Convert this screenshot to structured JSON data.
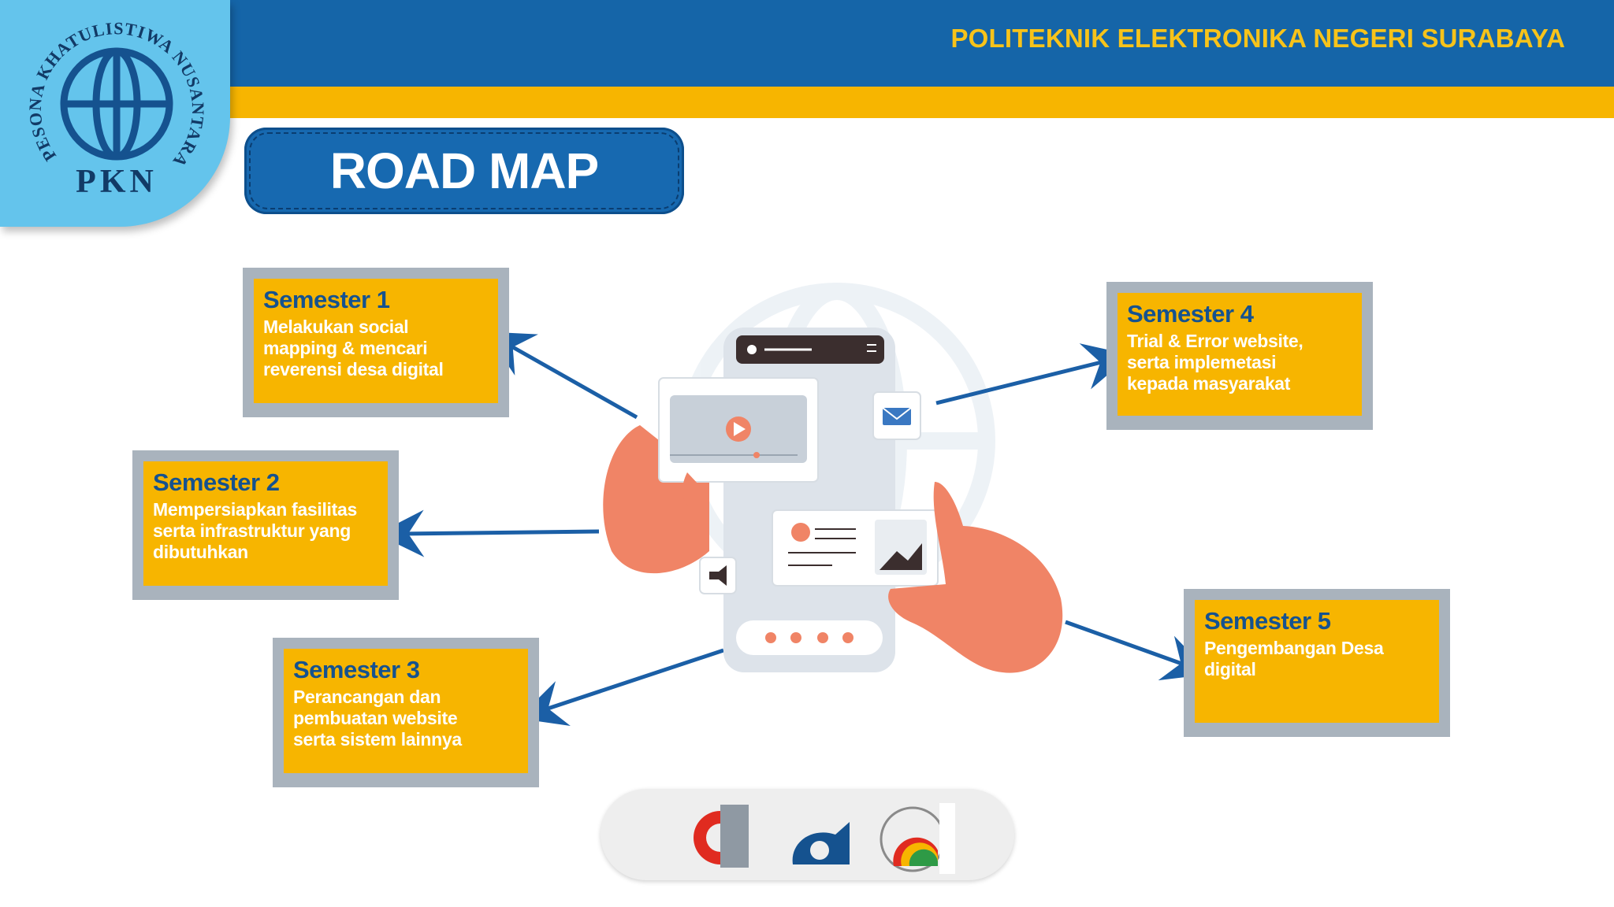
{
  "header": {
    "institution": "POLITEKNIK ELEKTRONIKA NEGERI SURABAYA"
  },
  "logo": {
    "arc_text": "PESONA KHATULISTIWA NUSANTARA",
    "initials": "PKN"
  },
  "title": "ROAD MAP",
  "semesters": [
    {
      "title": "Semester 1",
      "desc": [
        "Melakukan social",
        "mapping & mencari",
        "reverensi desa digital"
      ]
    },
    {
      "title": "Semester 2",
      "desc": [
        "Mempersiapkan fasilitas",
        "serta infrastruktur yang",
        "dibutuhkan"
      ]
    },
    {
      "title": "Semester 3",
      "desc": [
        "Perancangan dan",
        "pembuatan website",
        "serta sistem lainnya"
      ]
    },
    {
      "title": "Semester 4",
      "desc": [
        "Trial & Error website,",
        "serta implemetasi",
        "kepada masyarakat"
      ]
    },
    {
      "title": "Semester 5",
      "desc": [
        "Pengembangan Desa",
        "digital"
      ]
    }
  ],
  "colors": {
    "navy": "#1565a8",
    "gold": "#f7b500",
    "hand": "#f08466",
    "phone": "#dde3ea"
  }
}
